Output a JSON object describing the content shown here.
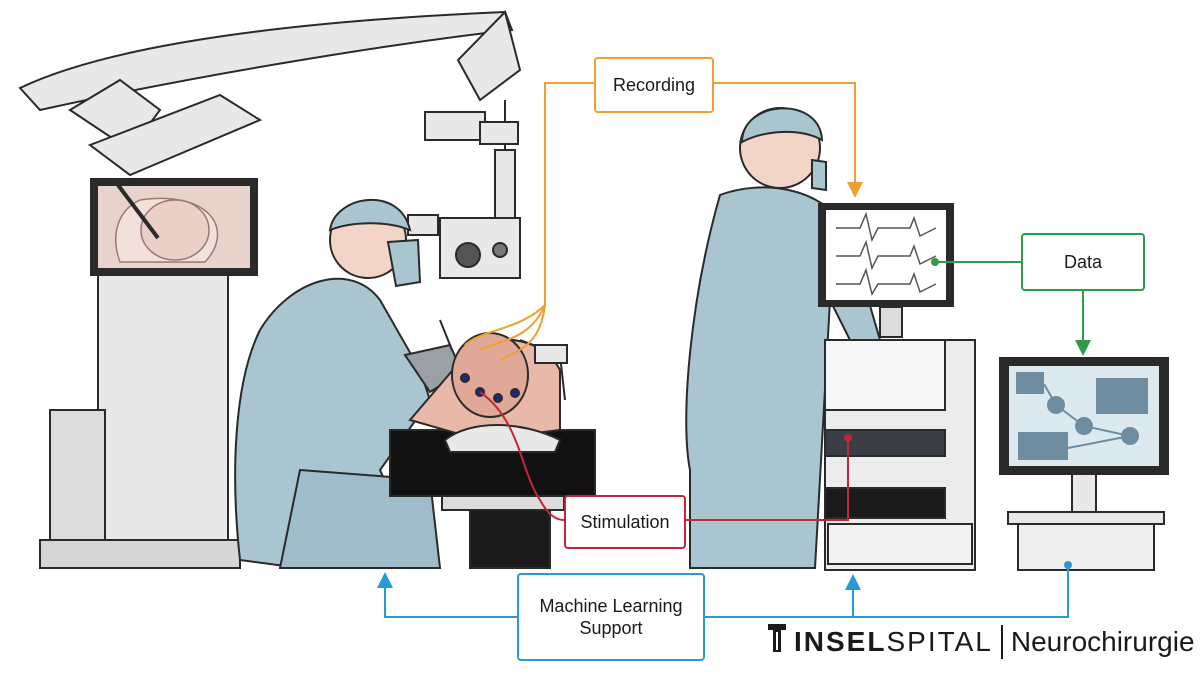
{
  "labels": {
    "recording": "Recording",
    "data": "Data",
    "stimulation": "Stimulation",
    "ml_line1": "Machine Learning",
    "ml_line2": "Support"
  },
  "logo": {
    "brand_bold": "INSEL",
    "brand_regular": "SPITAL",
    "department": "Neurochirurgie"
  },
  "colors": {
    "recording": "#f0a030",
    "data": "#2e9b48",
    "stimulation": "#c0283a",
    "ml_support": "#2a9ad6",
    "scrubs": "#a9c6d0",
    "equipment": "#e8e8e8",
    "outline": "#2a2a2a"
  },
  "icons": [
    "surgical-microscope-icon",
    "surgeon-seated-icon",
    "patient-head-icon",
    "technician-standing-icon",
    "eeg-monitor-icon",
    "neuromonitoring-cart-icon",
    "ml-workstation-icon",
    "insel-logo-icon"
  ]
}
